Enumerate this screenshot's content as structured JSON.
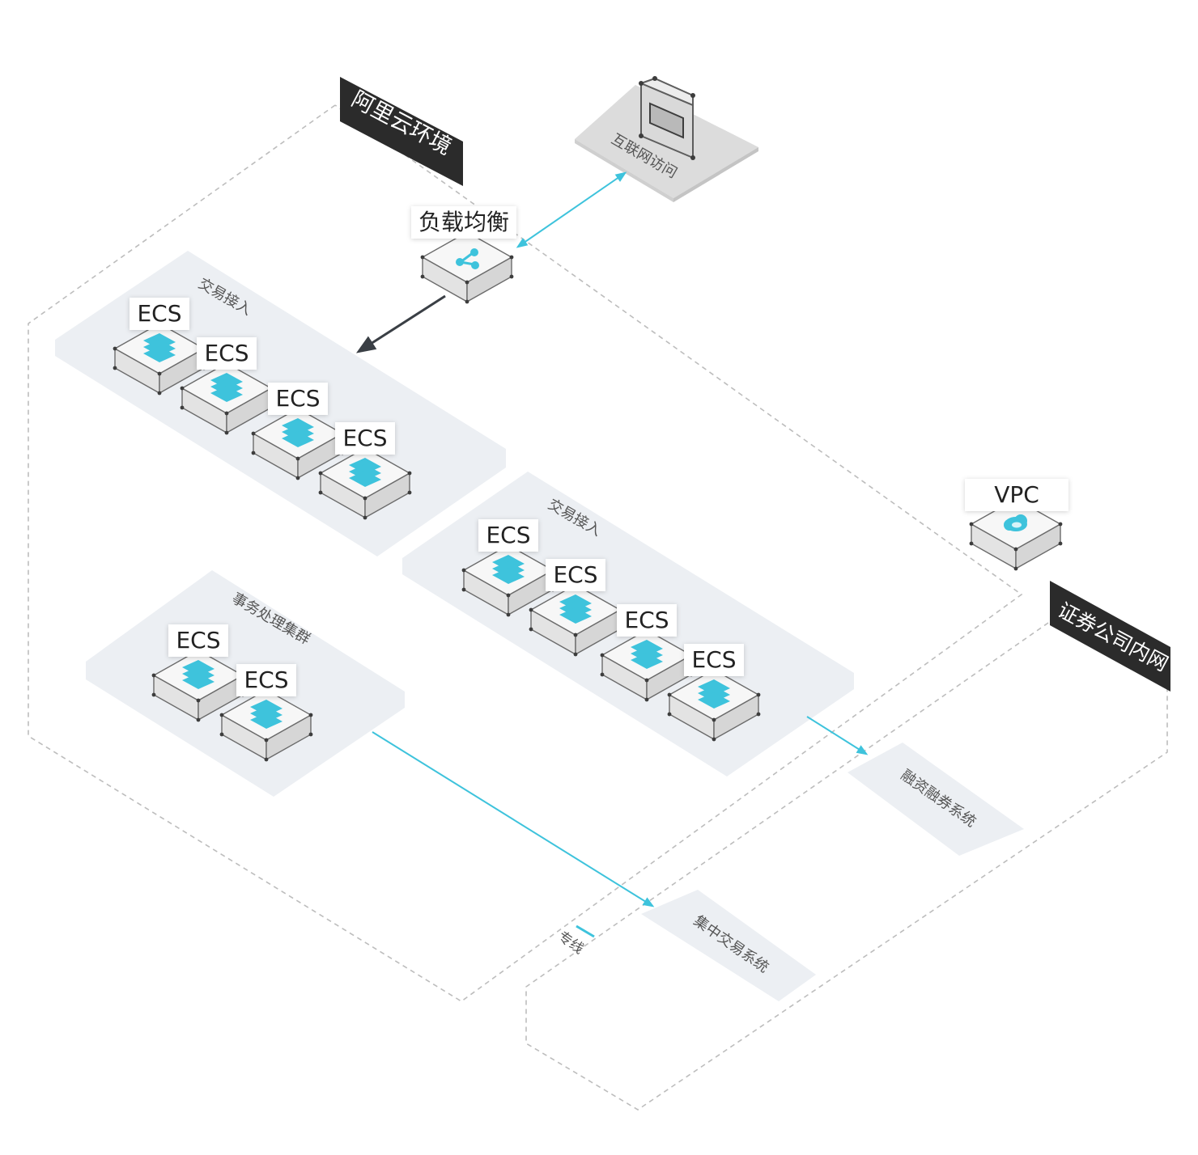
{
  "colors": {
    "accent": "#3ec3dc",
    "zone_fill": "#eceff3",
    "dark_arrow": "#3a3f45",
    "boundary": "#bdbdbd",
    "tag_bg": "#2b2b2b",
    "tag_text": "#ffffff",
    "node_top": "#f7f7f7",
    "node_side": "#e3e3e3",
    "node_edge": "#6b6b6b"
  },
  "environments": {
    "aliyun": "阿里云环境",
    "broker": "证券公司内网"
  },
  "internet": {
    "label": "互联网访问",
    "icon": "monitor-icon"
  },
  "load_balancer": {
    "label": "负载均衡",
    "icon": "share-nodes-icon"
  },
  "vpc": {
    "label": "VPC",
    "icon": "cloud-icon"
  },
  "zones": {
    "trading_access_1": "交易接入",
    "trading_access_2": "交易接入",
    "transaction_cluster": "事务处理集群"
  },
  "ecs_label": "ECS",
  "ecs_icon": "server-rack-icon",
  "external_systems": {
    "margin": "融资融券系统",
    "central": "集中交易系统"
  },
  "dedicated_line": "专线"
}
